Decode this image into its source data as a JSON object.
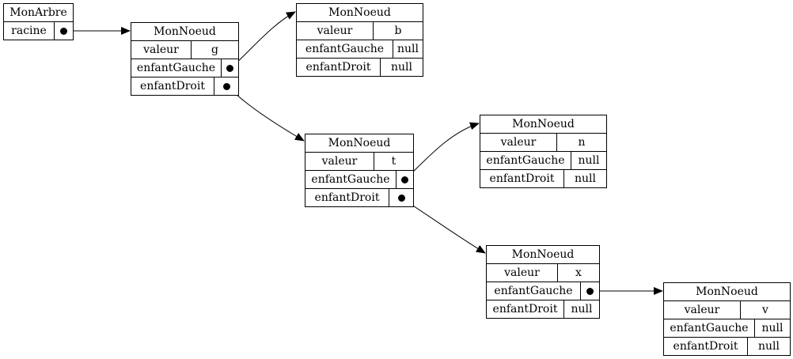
{
  "tree": {
    "title": "MonArbre",
    "field": "racine"
  },
  "nodes": {
    "n_g": {
      "title": "MonNoeud",
      "k1": "valeur",
      "v1": "g",
      "k2": "enfantGauche",
      "k3": "enfantDroit"
    },
    "n_b": {
      "title": "MonNoeud",
      "k1": "valeur",
      "v1": "b",
      "k2": "enfantGauche",
      "v2": "null",
      "k3": "enfantDroit",
      "v3": "null"
    },
    "n_t": {
      "title": "MonNoeud",
      "k1": "valeur",
      "v1": "t",
      "k2": "enfantGauche",
      "k3": "enfantDroit"
    },
    "n_n": {
      "title": "MonNoeud",
      "k1": "valeur",
      "v1": "n",
      "k2": "enfantGauche",
      "v2": "null",
      "k3": "enfantDroit",
      "v3": "null"
    },
    "n_x": {
      "title": "MonNoeud",
      "k1": "valeur",
      "v1": "x",
      "k2": "enfantGauche",
      "k3": "enfantDroit",
      "v3": "null"
    },
    "n_v": {
      "title": "MonNoeud",
      "k1": "valeur",
      "v1": "v",
      "k2": "enfantGauche",
      "v2": "null",
      "k3": "enfantDroit",
      "v3": "null"
    }
  }
}
